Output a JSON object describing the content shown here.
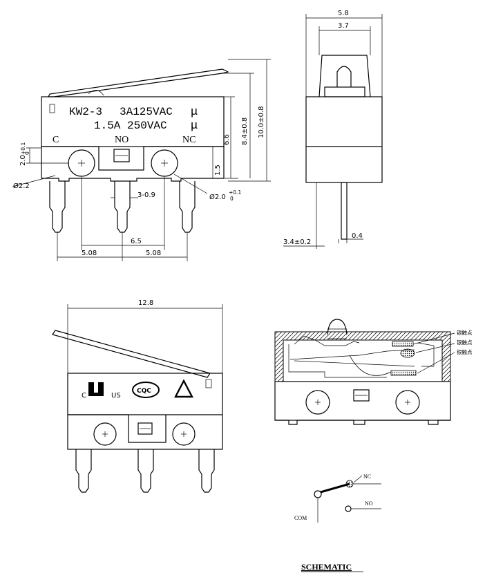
{
  "front_view": {
    "model_text": "KW2-3",
    "rating_1": "3A125VAC",
    "rating_2": "1.5A 250VAC",
    "mu_1": "μ",
    "mu_2": "μ",
    "terminal_c": "C",
    "terminal_no": "NO",
    "terminal_nc": "NC",
    "dims": {
      "hole_dia": "Ø2.2",
      "hole_pos": "2.0",
      "hole_tol_plus": "+0.1",
      "hole_tol_minus": "0",
      "pin_width": "3-0.9",
      "pin_hole_dia": "Ø2.0",
      "pin_hole_tol_plus": "+0.1",
      "pin_hole_tol_minus": "0",
      "height_15": "1.5",
      "height_66": "6.6",
      "height_84": "8.4±0.8",
      "height_100": "10.0±0.8",
      "spacing_65": "6.5",
      "spacing_508a": "5.08",
      "spacing_508b": "5.08"
    }
  },
  "side_view": {
    "width_58": "5.8",
    "width_37": "3.7",
    "pin_len": "3.4±0.2",
    "pin_thk": "0.4"
  },
  "bottom_left_view": {
    "length_128": "12.8",
    "mark_c": "C",
    "mark_us": "US",
    "mark_cqc": "CQC"
  },
  "section_view": {
    "label_1": "银触点",
    "label_2": "银触点",
    "label_3": "银触点"
  },
  "schematic": {
    "nc": "NC",
    "no": "NO",
    "com": "COM",
    "title": "SCHEMATIC"
  }
}
